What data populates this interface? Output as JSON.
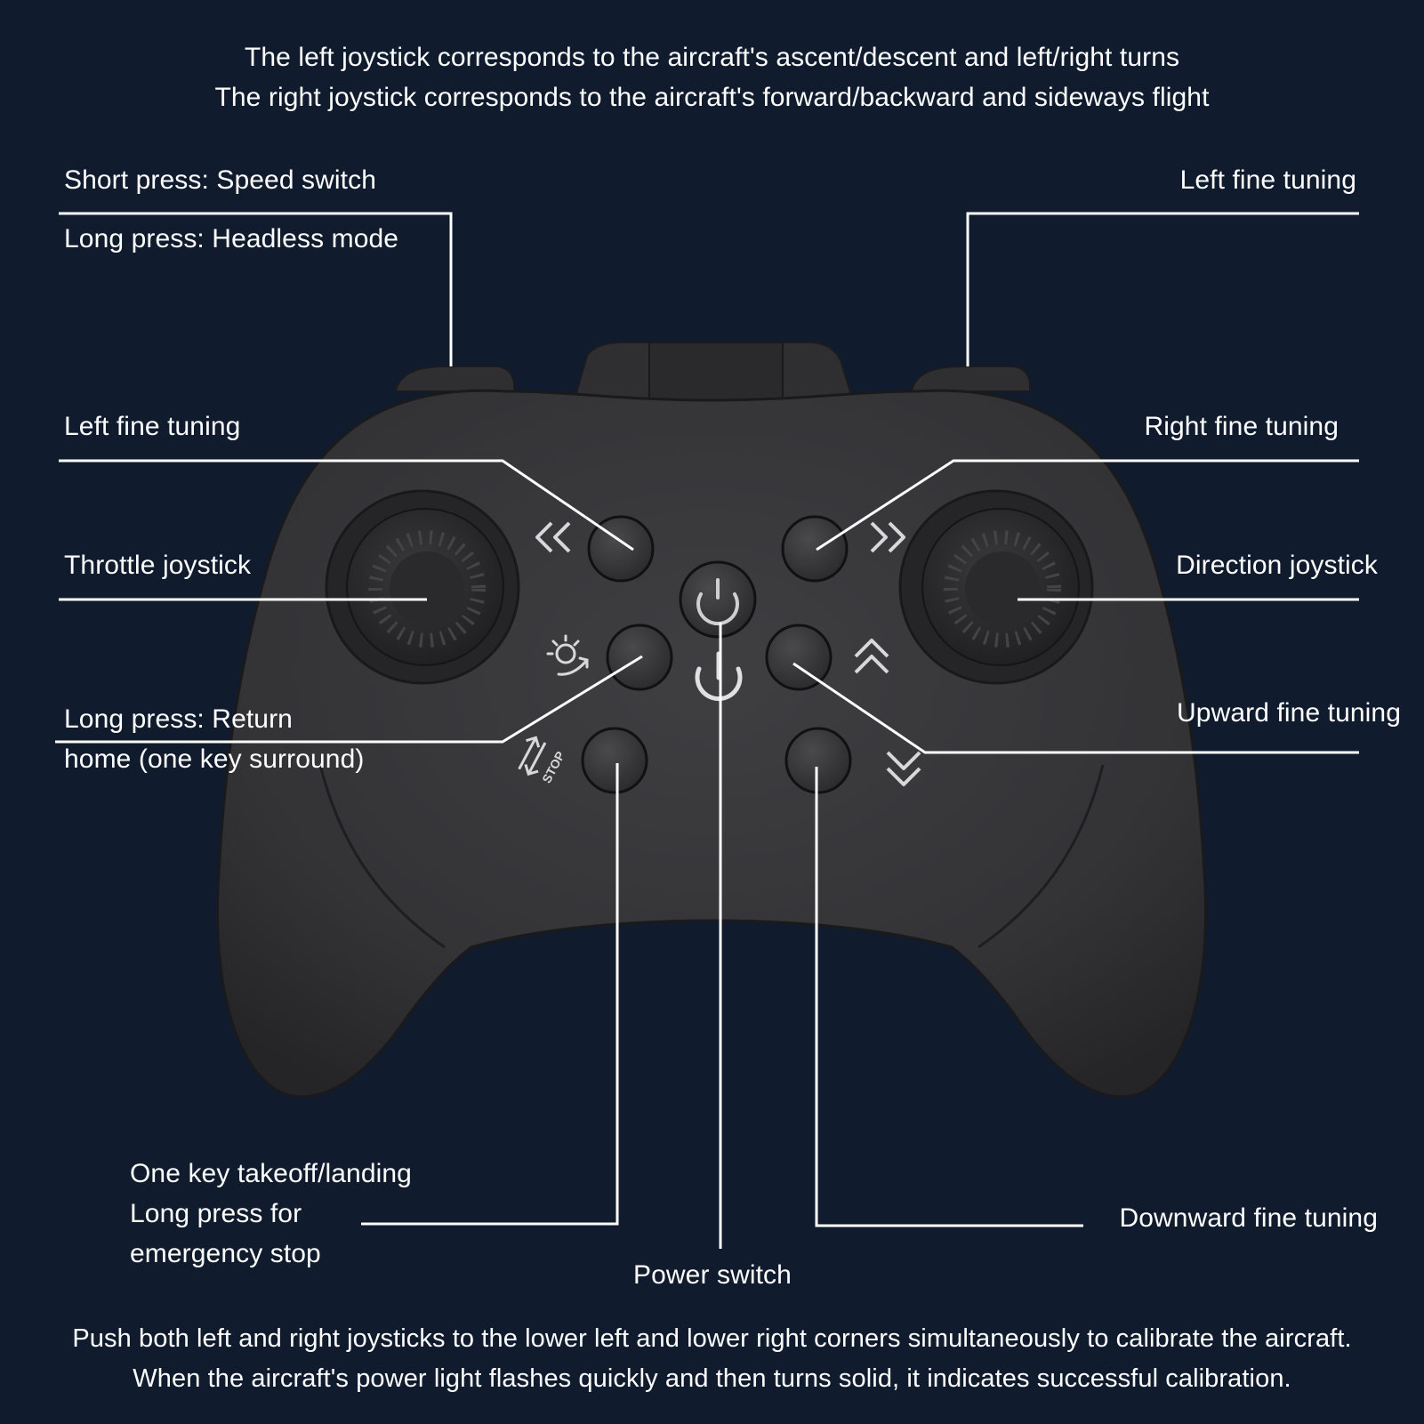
{
  "header": {
    "line1": "The left joystick corresponds to the aircraft's ascent/descent and left/right turns",
    "line2": "The right joystick corresponds to the aircraft's forward/backward and sideways flight"
  },
  "labels": {
    "speed_switch_short": "Short press: Speed switch",
    "speed_switch_long": "Long press: Headless mode",
    "left_fine_tuning_top": "Left fine tuning",
    "left_fine_tuning": "Left fine tuning",
    "right_fine_tuning": "Right fine tuning",
    "throttle_joystick": "Throttle joystick",
    "direction_joystick": "Direction joystick",
    "return_home_line1": "Long press: Return",
    "return_home_line2": "home (one key surround)",
    "upward_fine_tuning": "Upward fine tuning",
    "takeoff_line1": "One key takeoff/landing",
    "takeoff_line2": "Long press for",
    "takeoff_line3": "emergency stop",
    "power_switch": "Power switch",
    "downward_fine_tuning": "Downward fine tuning"
  },
  "footer": {
    "line1": "Push both left and right joysticks to the lower left and lower right corners simultaneously to calibrate the aircraft.",
    "line2": "When the aircraft's power light flashes quickly and then turns solid, it indicates successful calibration."
  },
  "button_glyphs": {
    "stop_text": "STOP"
  },
  "colors": {
    "background": "#101c2e",
    "controller_body": "#3a3a3c",
    "controller_dark": "#232325",
    "line": "#ffffff"
  },
  "icons": [
    "left-double-chevron-icon",
    "right-double-chevron-icon",
    "up-double-chevron-icon",
    "down-double-chevron-icon",
    "power-icon",
    "light-return-icon",
    "flip-stop-icon"
  ]
}
